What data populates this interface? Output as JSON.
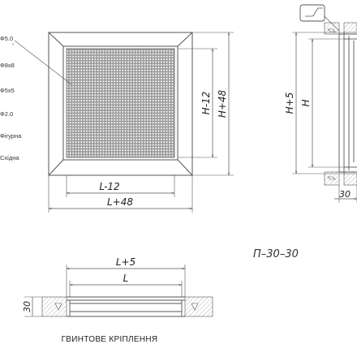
{
  "callouts": [
    "Ф5.0",
    "Ф8х8",
    "Ф5х5",
    "Ф2.0",
    "Фігурна",
    "Східна"
  ],
  "front_view": {
    "dim_width_inner": "L-12",
    "dim_width_outer": "L+48",
    "dim_height_inner": "H-12",
    "dim_height_outer": "H+48"
  },
  "side_view": {
    "dim_height_outer": "H+5",
    "dim_height_inner": "H",
    "dim_depth": "30"
  },
  "section_view": {
    "dim_width_outer": "L+5",
    "dim_width_inner": "L",
    "dim_depth": "30"
  },
  "model_code": "П–30–30",
  "caption": "ГВИНТОВЕ КРІПЛЕННЯ",
  "colors": {
    "line": "#555555",
    "hatch": "#777777"
  }
}
